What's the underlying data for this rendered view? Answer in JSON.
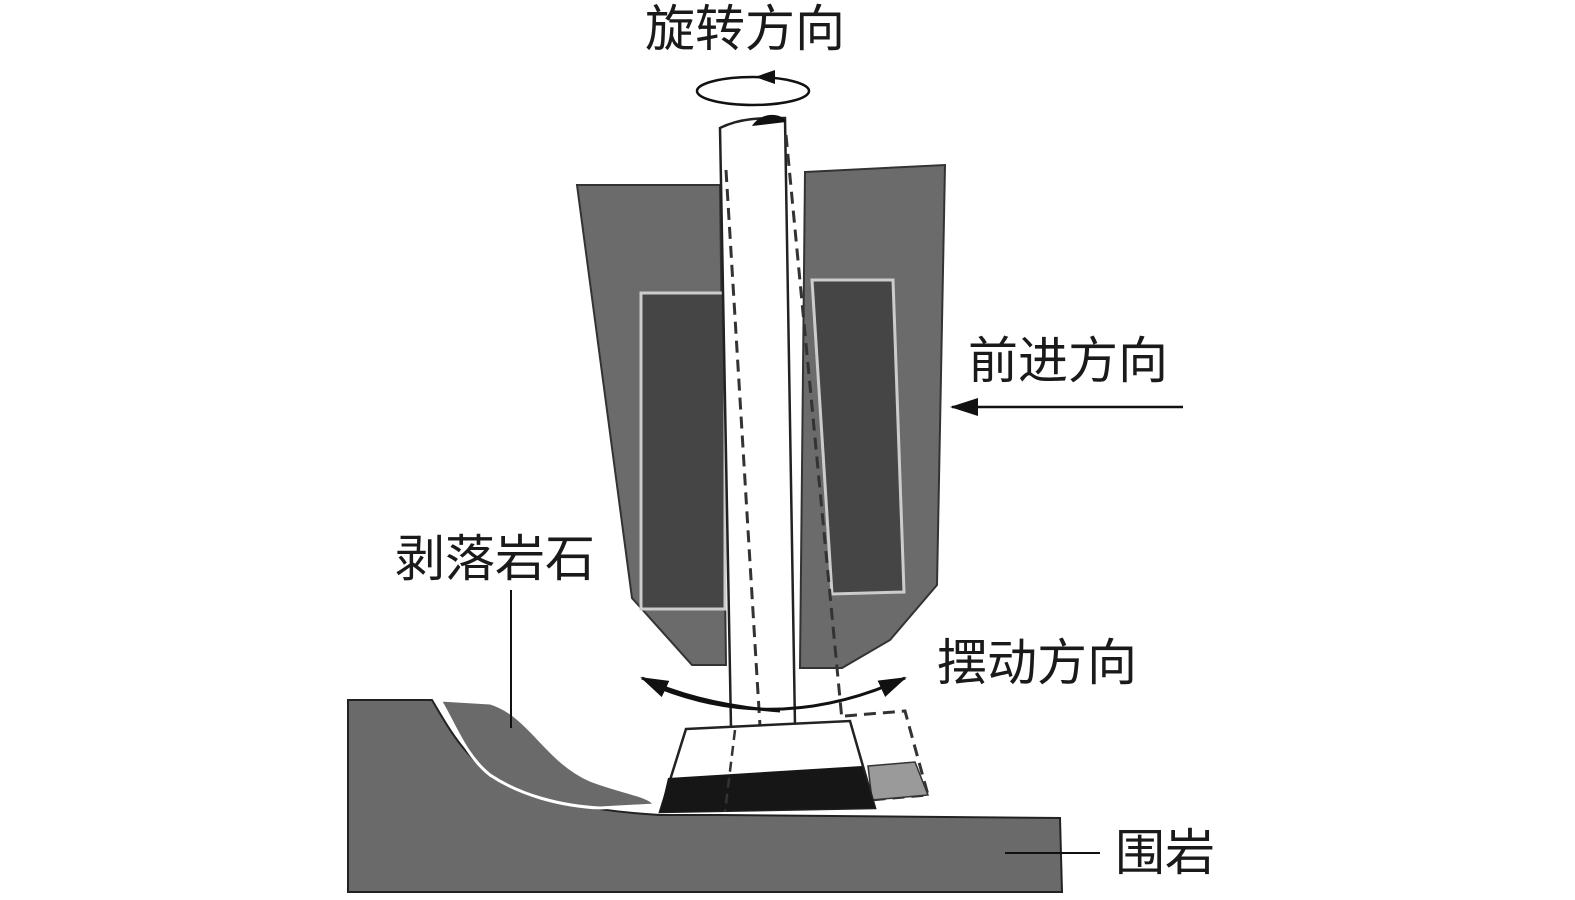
{
  "labels": {
    "rotation_direction": "旋转方向",
    "advance_direction": "前进方向",
    "spalled_rock": "剥落岩石",
    "swing_direction": "摆动方向",
    "surrounding_rock": "围岩"
  },
  "colors": {
    "housing": "#6b6b6b",
    "inner_block": "#454545",
    "rock": "#6a6a6a",
    "cutter_band": "#161616",
    "shaft": "#ffffff"
  }
}
